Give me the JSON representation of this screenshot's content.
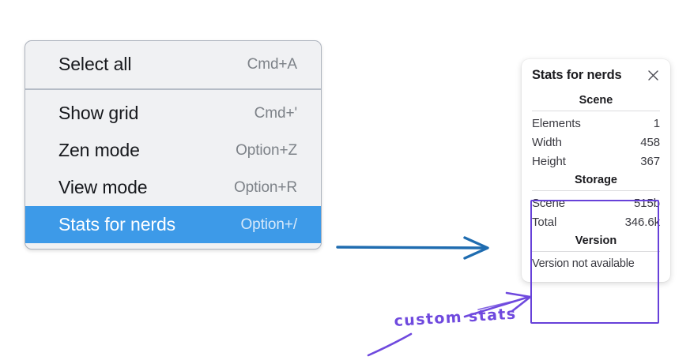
{
  "context_menu": {
    "sections": [
      {
        "items": [
          {
            "label": "Select all",
            "shortcut": "Cmd+A",
            "selected": false
          }
        ]
      },
      {
        "items": [
          {
            "label": "Show grid",
            "shortcut": "Cmd+'",
            "selected": false
          },
          {
            "label": "Zen mode",
            "shortcut": "Option+Z",
            "selected": false
          },
          {
            "label": "View mode",
            "shortcut": "Option+R",
            "selected": false
          },
          {
            "label": "Stats for nerds",
            "shortcut": "Option+/",
            "selected": true
          }
        ]
      }
    ],
    "selection_color": "#3d9ae8",
    "background_color": "#f0f1f3"
  },
  "stats_panel": {
    "title": "Stats for nerds",
    "close_icon": "close-icon",
    "sections": [
      {
        "name": "Scene",
        "rows": [
          {
            "key": "Elements",
            "value": "1"
          },
          {
            "key": "Width",
            "value": "458"
          },
          {
            "key": "Height",
            "value": "367"
          }
        ]
      },
      {
        "name": "Storage",
        "rows": [
          {
            "key": "Scene",
            "value": "515b"
          },
          {
            "key": "Total",
            "value": "346.6k"
          }
        ]
      },
      {
        "name": "Version",
        "note": "Version not available",
        "rows": []
      }
    ]
  },
  "annotations": {
    "custom_stats_label": "custom stats",
    "highlight_color": "#6741d9",
    "arrow_color_blue": "#1f6cb0",
    "arrow_color_purple": "#6f49de"
  }
}
